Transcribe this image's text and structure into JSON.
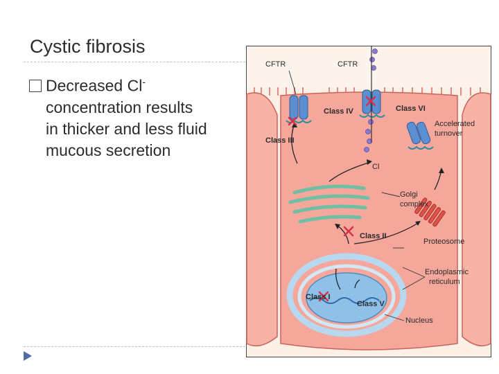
{
  "slide": {
    "title": "Cystic fibrosis",
    "bullet_symbol": "□",
    "bullet_lines": [
      "Decreased Cl",
      "concentration results",
      "in thicker and less fluid",
      "mucous secretion"
    ],
    "bullet_superscript": "-"
  },
  "figure": {
    "labels": {
      "cftr_left": "CFTR",
      "cftr_right": "CFTR",
      "class_iv": "Class IV",
      "class_vi": "Class VI",
      "class_iii": "Class III",
      "accelerated_1": "Accelerated",
      "accelerated_2": "turnover",
      "cl": "Cl",
      "golgi_1": "Golgi",
      "golgi_2": "complex",
      "class_ii": "Class II",
      "proteosome": "Proteosome",
      "er_1": "Endoplasmic",
      "er_2": "reticulum",
      "class_i": "Class I",
      "class_v": "Class V",
      "nucleus": "Nucleus"
    },
    "colors": {
      "cell": "#f4a79a",
      "cell_border": "#c9635a",
      "channel": "#5b8fd1",
      "marker": "#d8304a",
      "nucleus": "#8ec0e8",
      "golgi": "#8ccfb8",
      "proteosome": "#e0524a"
    }
  },
  "icons": {
    "nav": "triangle-arrow-icon",
    "bullet": "square-bullet-icon"
  }
}
